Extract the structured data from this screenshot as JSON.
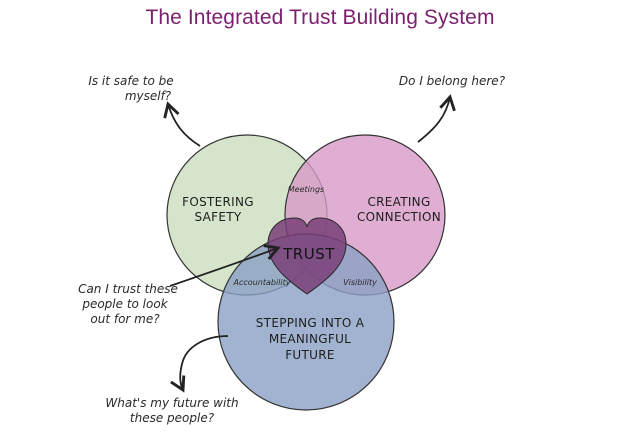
{
  "title": "The Integrated Trust Building System",
  "colors": {
    "title": "#7b1f6e",
    "safety": "#cfe0c3",
    "connection": "#d79ac7",
    "future": "#8aa0c4",
    "trust_heart": "#7a3f78"
  },
  "circles": {
    "safety": {
      "line1": "FOSTERING",
      "line2": "SAFETY"
    },
    "connection": {
      "line1": "CREATING",
      "line2": "CONNECTION"
    },
    "future": {
      "line1": "STEPPING INTO A",
      "line2": "MEANINGFUL",
      "line3": "FUTURE"
    }
  },
  "overlaps": {
    "safety_connection": "Meetings",
    "safety_future": "Accountability",
    "connection_future": "Visibility",
    "center": "TRUST"
  },
  "questions": {
    "safety": {
      "line1": "Is it safe to be",
      "line2": "myself?"
    },
    "connection": {
      "line1": "Do I belong here?"
    },
    "trust": {
      "line1": "Can I trust these",
      "line2": "people to look",
      "line3": "out for me?"
    },
    "future": {
      "line1": "What's my future with",
      "line2": "these people?"
    }
  }
}
